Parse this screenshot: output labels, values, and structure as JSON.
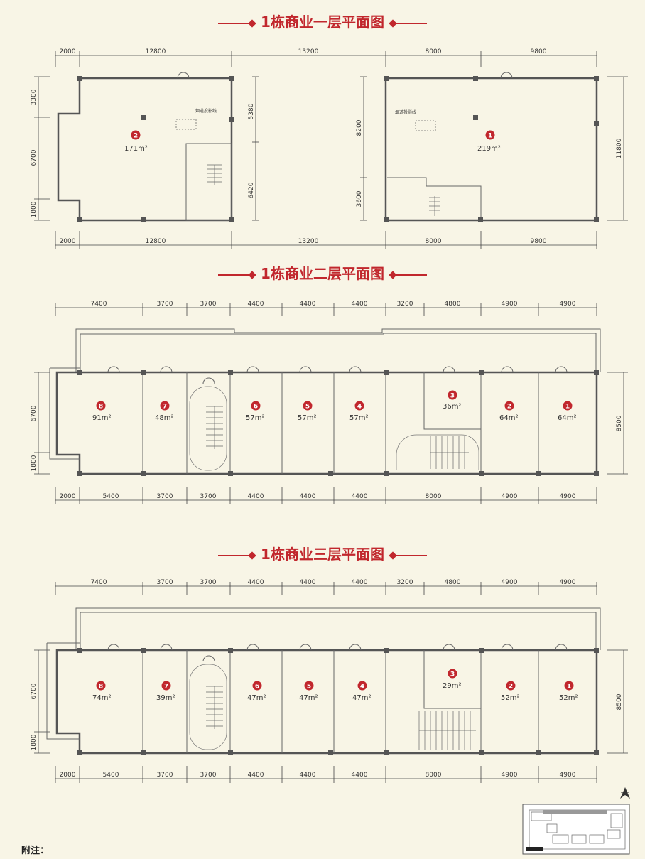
{
  "floors": [
    {
      "title": "1栋商业一层平面图",
      "dims_top": [
        "2000",
        "12800",
        "13200",
        "8000",
        "9800"
      ],
      "dims_bottom": [
        "2000",
        "12800",
        "13200",
        "8000",
        "9800"
      ],
      "dims_left": [
        "3300",
        "6700",
        "1800"
      ],
      "dims_inner_left": [
        "5380",
        "6420"
      ],
      "dims_right_left": [
        "8200",
        "3600"
      ],
      "dims_right": [
        "11800"
      ],
      "units": [
        {
          "no": "2",
          "area": "171m²"
        },
        {
          "no": "1",
          "area": "219m²"
        }
      ],
      "flue_label": "烟道投影线"
    },
    {
      "title": "1栋商业二层平面图",
      "dims_top": [
        "7400",
        "3700",
        "3700",
        "4400",
        "4400",
        "4400",
        "3200",
        "4800",
        "4900",
        "4900"
      ],
      "dims_bottom": [
        "2000",
        "5400",
        "3700",
        "3700",
        "4400",
        "4400",
        "4400",
        "8000",
        "4900",
        "4900"
      ],
      "dims_left": [
        "6700",
        "1800"
      ],
      "dims_right": [
        "8500"
      ],
      "units": [
        {
          "no": "8",
          "area": "91m²"
        },
        {
          "no": "7",
          "area": "48m²"
        },
        {
          "no": "6",
          "area": "57m²"
        },
        {
          "no": "5",
          "area": "57m²"
        },
        {
          "no": "4",
          "area": "57m²"
        },
        {
          "no": "3",
          "area": "36m²"
        },
        {
          "no": "2",
          "area": "64m²"
        },
        {
          "no": "1",
          "area": "64m²"
        }
      ]
    },
    {
      "title": "1栋商业三层平面图",
      "dims_top": [
        "7400",
        "3700",
        "3700",
        "4400",
        "4400",
        "4400",
        "3200",
        "4800",
        "4900",
        "4900"
      ],
      "dims_bottom": [
        "2000",
        "5400",
        "3700",
        "3700",
        "4400",
        "4400",
        "4400",
        "8000",
        "4900",
        "4900"
      ],
      "dims_left": [
        "6700",
        "1800"
      ],
      "dims_right": [
        "8500"
      ],
      "units": [
        {
          "no": "8",
          "area": "74m²"
        },
        {
          "no": "7",
          "area": "39m²"
        },
        {
          "no": "6",
          "area": "47m²"
        },
        {
          "no": "5",
          "area": "47m²"
        },
        {
          "no": "4",
          "area": "47m²"
        },
        {
          "no": "3",
          "area": "29m²"
        },
        {
          "no": "2",
          "area": "52m²"
        },
        {
          "no": "1",
          "area": "52m²"
        }
      ]
    }
  ],
  "note_label": "附注：",
  "colors": {
    "accent": "#c1272d",
    "wall": "#555555",
    "background": "#f8f5e6"
  }
}
